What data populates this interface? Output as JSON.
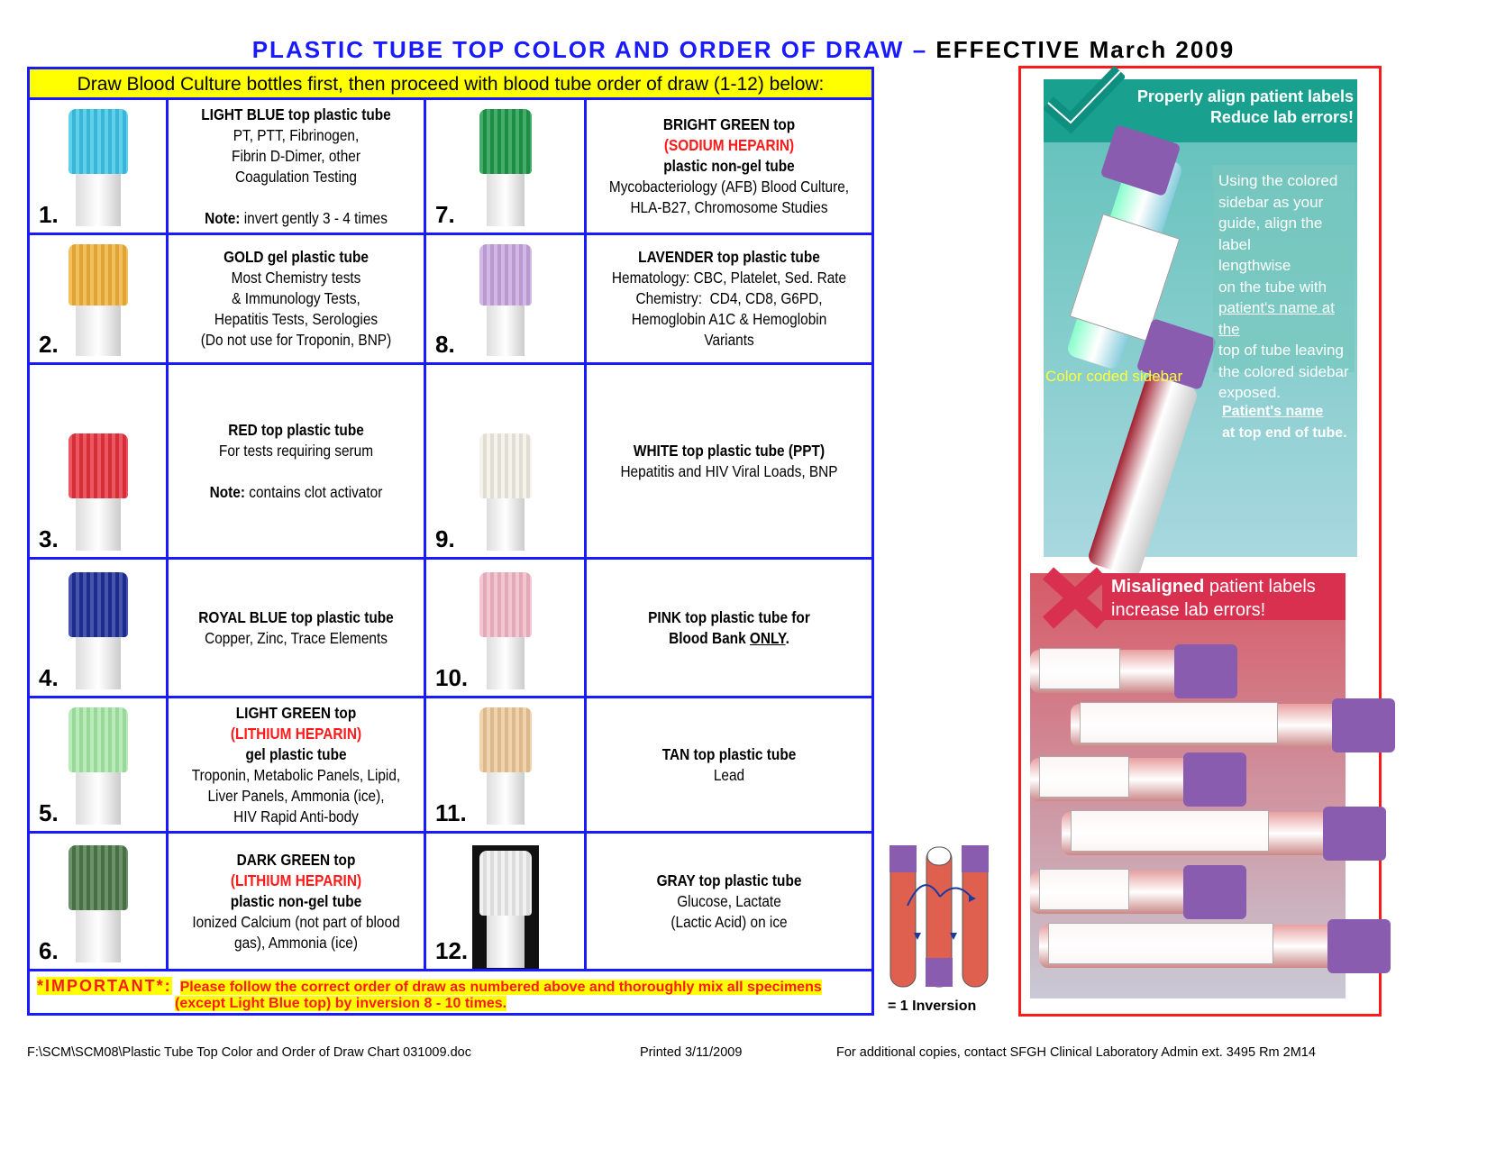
{
  "title": {
    "blue": "PLASTIC TUBE TOP COLOR AND ORDER OF DRAW –",
    "black": "EFFECTIVE March 2009"
  },
  "header": "Draw Blood Culture bottles first, then proceed with blood tube order of draw (1-12) below:",
  "tubes": [
    {
      "num": "1.",
      "cap": "#3ec6e8",
      "lines": [
        [
          {
            "t": "LIGHT BLUE top plastic tube",
            "s": "b"
          }
        ],
        [
          {
            "t": "PT, PTT, Fibrinogen,",
            "s": ""
          }
        ],
        [
          {
            "t": "Fibrin D-Dimer, other",
            "s": ""
          }
        ],
        [
          {
            "t": "Coagulation Testing",
            "s": ""
          }
        ],
        [
          {
            "t": " ",
            "s": ""
          }
        ],
        [
          {
            "t": "Note:",
            "s": "b"
          },
          {
            "t": " invert gently 3 - 4 times",
            "s": ""
          }
        ]
      ]
    },
    {
      "num": "2.",
      "cap": "#f2b23a",
      "lines": [
        [
          {
            "t": "GOLD gel plastic tube",
            "s": "b"
          }
        ],
        [
          {
            "t": "Most Chemistry tests",
            "s": ""
          }
        ],
        [
          {
            "t": "& Immunology Tests,",
            "s": ""
          }
        ],
        [
          {
            "t": "Hepatitis Tests, Serologies",
            "s": ""
          }
        ],
        [
          {
            "t": "(Do not use for Troponin, BNP)",
            "s": ""
          }
        ]
      ]
    },
    {
      "num": "3.",
      "cap": "#e8333f",
      "lines": [
        [
          {
            "t": "RED top plastic tube",
            "s": "b"
          }
        ],
        [
          {
            "t": "For tests requiring serum",
            "s": ""
          }
        ],
        [
          {
            "t": " ",
            "s": ""
          }
        ],
        [
          {
            "t": "Note:",
            "s": "b"
          },
          {
            "t": " contains clot activator",
            "s": ""
          }
        ]
      ]
    },
    {
      "num": "4.",
      "cap": "#1e2f9a",
      "lines": [
        [
          {
            "t": "ROYAL BLUE top plastic tube",
            "s": "b"
          }
        ],
        [
          {
            "t": "Copper, Zinc, Trace Elements",
            "s": ""
          }
        ]
      ]
    },
    {
      "num": "5.",
      "cap": "#a8e8a8",
      "lines": [
        [
          {
            "t": "LIGHT GREEN top",
            "s": "b"
          }
        ],
        [
          {
            "t": "(LITHIUM HEPARIN)",
            "s": "r"
          }
        ],
        [
          {
            "t": "gel plastic tube",
            "s": "b"
          }
        ],
        [
          {
            "t": "Troponin, Metabolic Panels, Lipid,",
            "s": ""
          }
        ],
        [
          {
            "t": "Liver Panels, Ammonia (ice),",
            "s": ""
          }
        ],
        [
          {
            "t": "HIV Rapid Anti-body",
            "s": ""
          }
        ]
      ]
    },
    {
      "num": "6.",
      "cap": "#4d7a4a",
      "lines": [
        [
          {
            "t": "DARK GREEN top",
            "s": "b"
          }
        ],
        [
          {
            "t": "(LITHIUM HEPARIN)",
            "s": "r"
          }
        ],
        [
          {
            "t": "plastic non-gel tube",
            "s": "b"
          }
        ],
        [
          {
            "t": "Ionized Calcium (not part of blood",
            "s": ""
          }
        ],
        [
          {
            "t": "gas), Ammonia (ice)",
            "s": ""
          }
        ]
      ]
    },
    {
      "num": "7.",
      "cap": "#1e9a4a",
      "lines": [
        [
          {
            "t": "BRIGHT GREEN top",
            "s": "b"
          }
        ],
        [
          {
            "t": "(SODIUM HEPARIN)",
            "s": "r"
          }
        ],
        [
          {
            "t": "plastic non-gel tube",
            "s": "b"
          }
        ],
        [
          {
            "t": "Mycobacteriology (AFB) Blood Culture,",
            "s": ""
          }
        ],
        [
          {
            "t": "HLA-B27, Chromosome Studies",
            "s": ""
          }
        ]
      ]
    },
    {
      "num": "8.",
      "cap": "#c9a7e0",
      "lines": [
        [
          {
            "t": "LAVENDER top plastic tube",
            "s": "b"
          }
        ],
        [
          {
            "t": "Hematology: CBC, Platelet, Sed. Rate",
            "s": ""
          }
        ],
        [
          {
            "t": "Chemistry:  CD4, CD8, G6PD,",
            "s": ""
          }
        ],
        [
          {
            "t": "Hemoglobin A1C & Hemoglobin",
            "s": ""
          }
        ],
        [
          {
            "t": "Variants",
            "s": ""
          }
        ]
      ]
    },
    {
      "num": "9.",
      "cap": "#f4f0e6",
      "lines": [
        [
          {
            "t": "WHITE top plastic tube (PPT)",
            "s": "b"
          }
        ],
        [
          {
            "t": "Hepatitis and HIV Viral Loads, BNP",
            "s": ""
          }
        ]
      ]
    },
    {
      "num": "10.",
      "cap": "#f4b8c8",
      "lines": [
        [
          {
            "t": "PINK top plastic tube for",
            "s": "b"
          }
        ],
        [
          {
            "t": "Blood Bank ",
            "s": "b"
          },
          {
            "t": "ONLY",
            "s": "u"
          },
          {
            "t": ".",
            "s": "b"
          }
        ]
      ]
    },
    {
      "num": "11.",
      "cap": "#eec99a",
      "lines": [
        [
          {
            "t": "TAN top plastic tube",
            "s": "b"
          }
        ],
        [
          {
            "t": "Lead",
            "s": ""
          }
        ]
      ]
    },
    {
      "num": "12.",
      "cap": "#eeeeee",
      "lines": [
        [
          {
            "t": "GRAY top plastic tube",
            "s": "b"
          }
        ],
        [
          {
            "t": "Glucose, Lactate",
            "s": ""
          }
        ],
        [
          {
            "t": "(Lactic Acid) on ice",
            "s": ""
          }
        ]
      ]
    }
  ],
  "important": {
    "label": "*IMPORTANT*:",
    "line1": "Please follow the correct order of draw as numbered above and thoroughly mix all specimens",
    "line2": "(except Light Blue top) by inversion 8 - 10 times."
  },
  "inversion": "= 1 Inversion",
  "right": {
    "good_title1": "Properly align patient labels",
    "good_title2": "Reduce lab errors!",
    "good_text": [
      "Using the colored",
      "sidebar as your",
      "guide, align the label",
      "lengthwise",
      "on the tube with",
      "patient's name at the",
      "top of tube leaving",
      "the colored sidebar",
      "exposed."
    ],
    "sidebar_label": "Color coded sidebar",
    "name_label1": "Patient's name",
    "name_label2": "at top end of tube.",
    "bad_title_bold": "Misaligned",
    "bad_title_rest": " patient labels",
    "bad_title2": "increase lab errors!"
  },
  "footer": {
    "path": "F:\\SCM\\SCM08\\Plastic Tube Top Color and Order of Draw Chart 031009.doc",
    "printed": "Printed 3/11/2009",
    "contact": "For additional copies, contact SFGH Clinical Laboratory Admin ext. 3495   Rm 2M14"
  },
  "colors": {
    "border": "#1a1aff",
    "highlight": "#ffff00",
    "alert": "#ff1a1a"
  }
}
